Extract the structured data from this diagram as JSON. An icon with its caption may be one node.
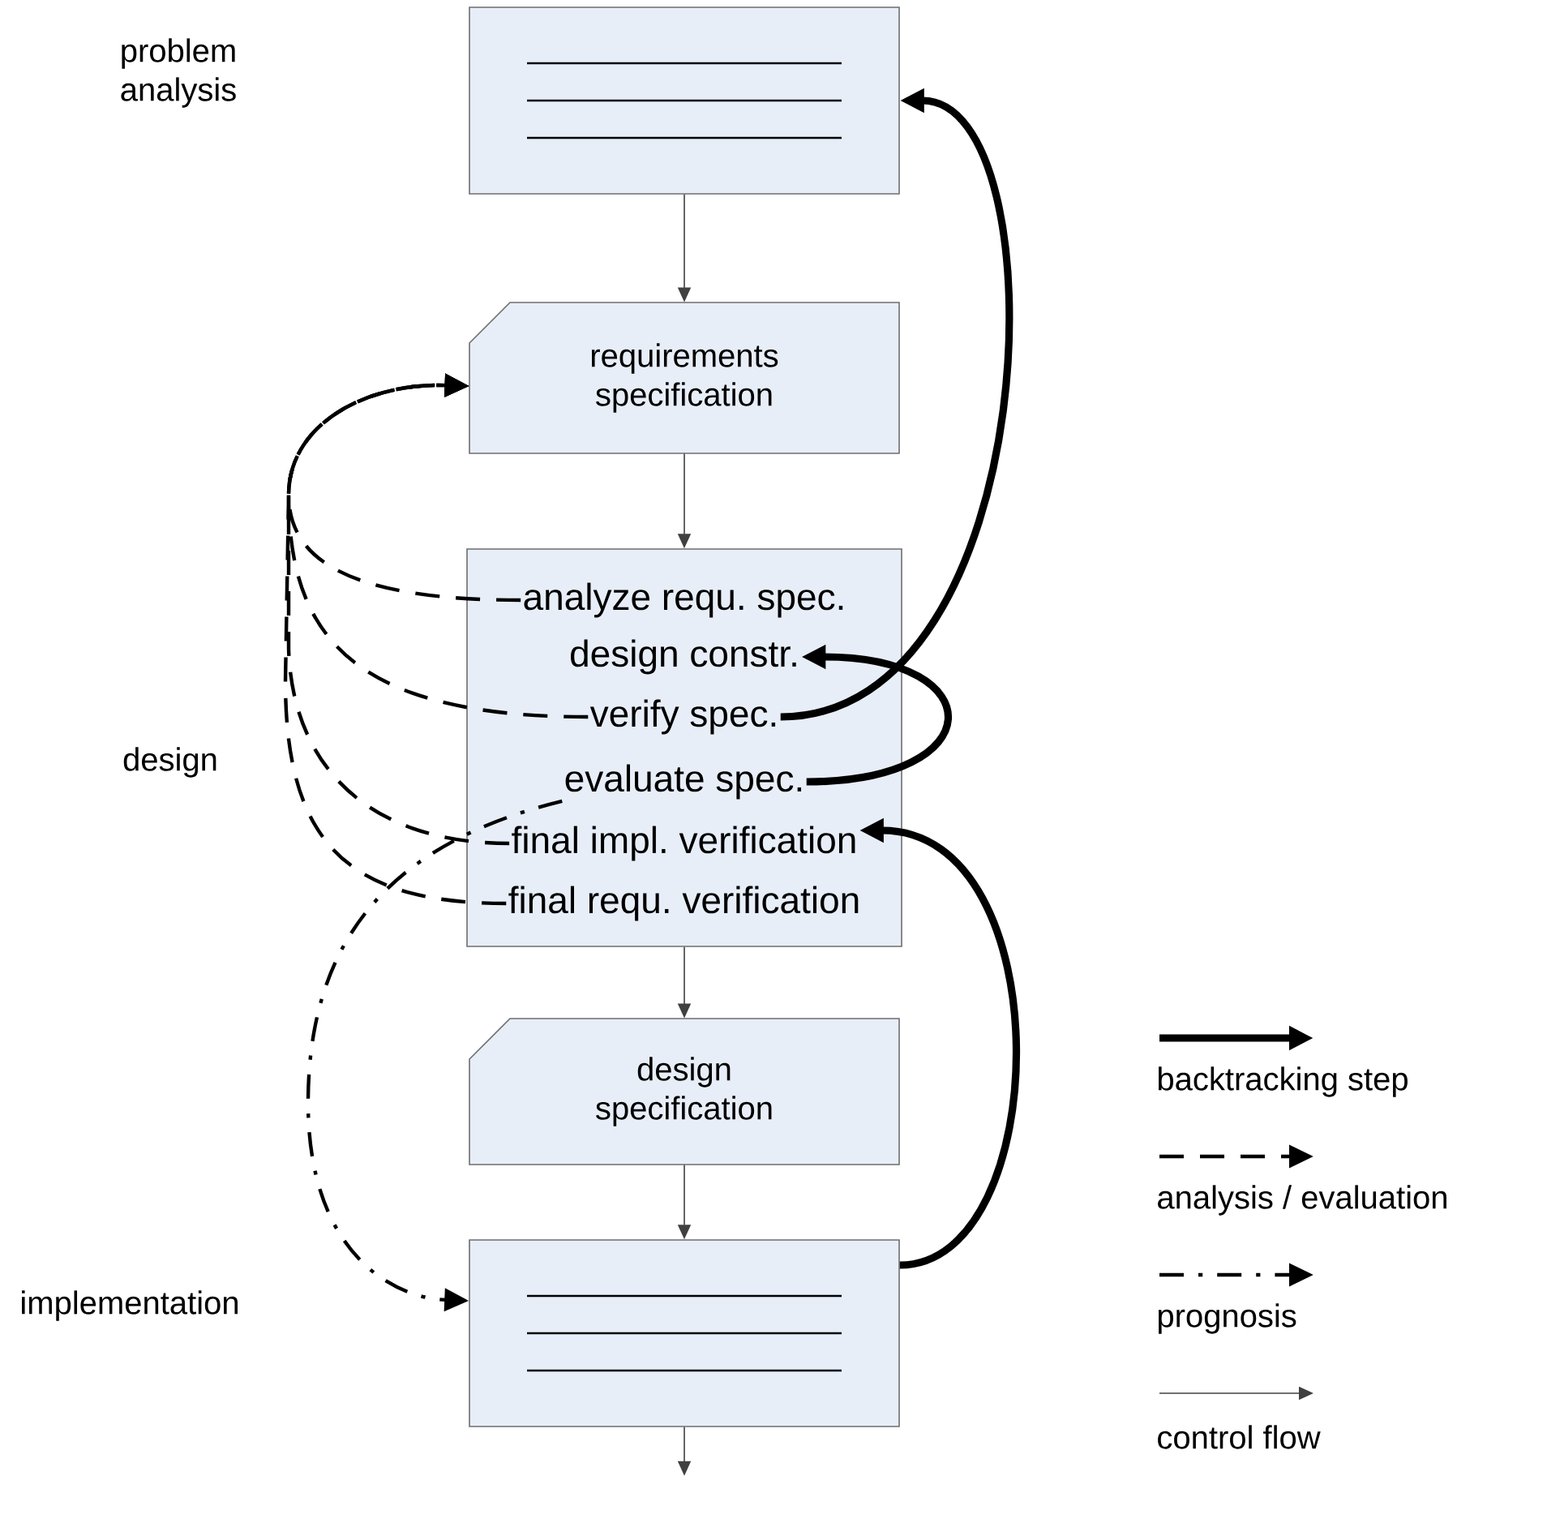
{
  "diagram": {
    "nodes": [
      {
        "text": [],
        "shape": "box"
      },
      {
        "text": [
          "requirements specification"
        ]
      },
      {
        "text": [],
        "shape": "box"
      },
      {
        "text": [
          "analyze requ. spec."
        ],
        "in": 2
      },
      {
        "text": [
          "design constr."
        ],
        "in": 2
      },
      {
        "text": [
          "verify spec."
        ],
        "in": 2
      },
      {
        "text": [
          "evaluate spec."
        ],
        "in": 2
      },
      {
        "text": [
          "final impl. verification"
        ],
        "in": 2
      },
      {
        "text": [
          "final requ. verification"
        ],
        "in": 2
      },
      {
        "text": [
          "design specification"
        ]
      },
      {
        "text": [],
        "shape": "box"
      }
    ],
    "labels": [
      "problem analysis",
      "design",
      "implementation"
    ],
    "edges": [
      {
        "from": 0,
        "to": 1,
        "arrow": "to"
      },
      {
        "from": 1,
        "to": 2,
        "arrow": "to"
      },
      {
        "from": 2,
        "to": 9,
        "arrow": "to"
      },
      {
        "from": 9,
        "to": 10,
        "arrow": "to"
      },
      {
        "from": 10,
        "to": null,
        "arrow": "to"
      },
      {
        "from": 5,
        "to": 0,
        "arrow": "to",
        "style": "thick"
      },
      {
        "from": 6,
        "to": 4,
        "arrow": "to",
        "style": "thick"
      },
      {
        "from": 10,
        "to": 7,
        "arrow": "to",
        "style": "thick"
      },
      {
        "from": 3,
        "to": 1,
        "arrow": "to",
        "style": "dashed"
      },
      {
        "from": 5,
        "to": 1,
        "arrow": "to",
        "style": "dashed"
      },
      {
        "from": 7,
        "to": 1,
        "arrow": "to",
        "style": "dashed"
      },
      {
        "from": 8,
        "to": 1,
        "arrow": "to",
        "style": "dashed"
      },
      {
        "from": 6,
        "to": 10,
        "arrow": "to",
        "style": "dashed"
      }
    ],
    "legend": [
      {
        "text": "backtracking step"
      },
      {
        "text": "analysis / evaluation"
      },
      {
        "text": "prognosis"
      },
      {
        "text": "control flow"
      }
    ]
  }
}
